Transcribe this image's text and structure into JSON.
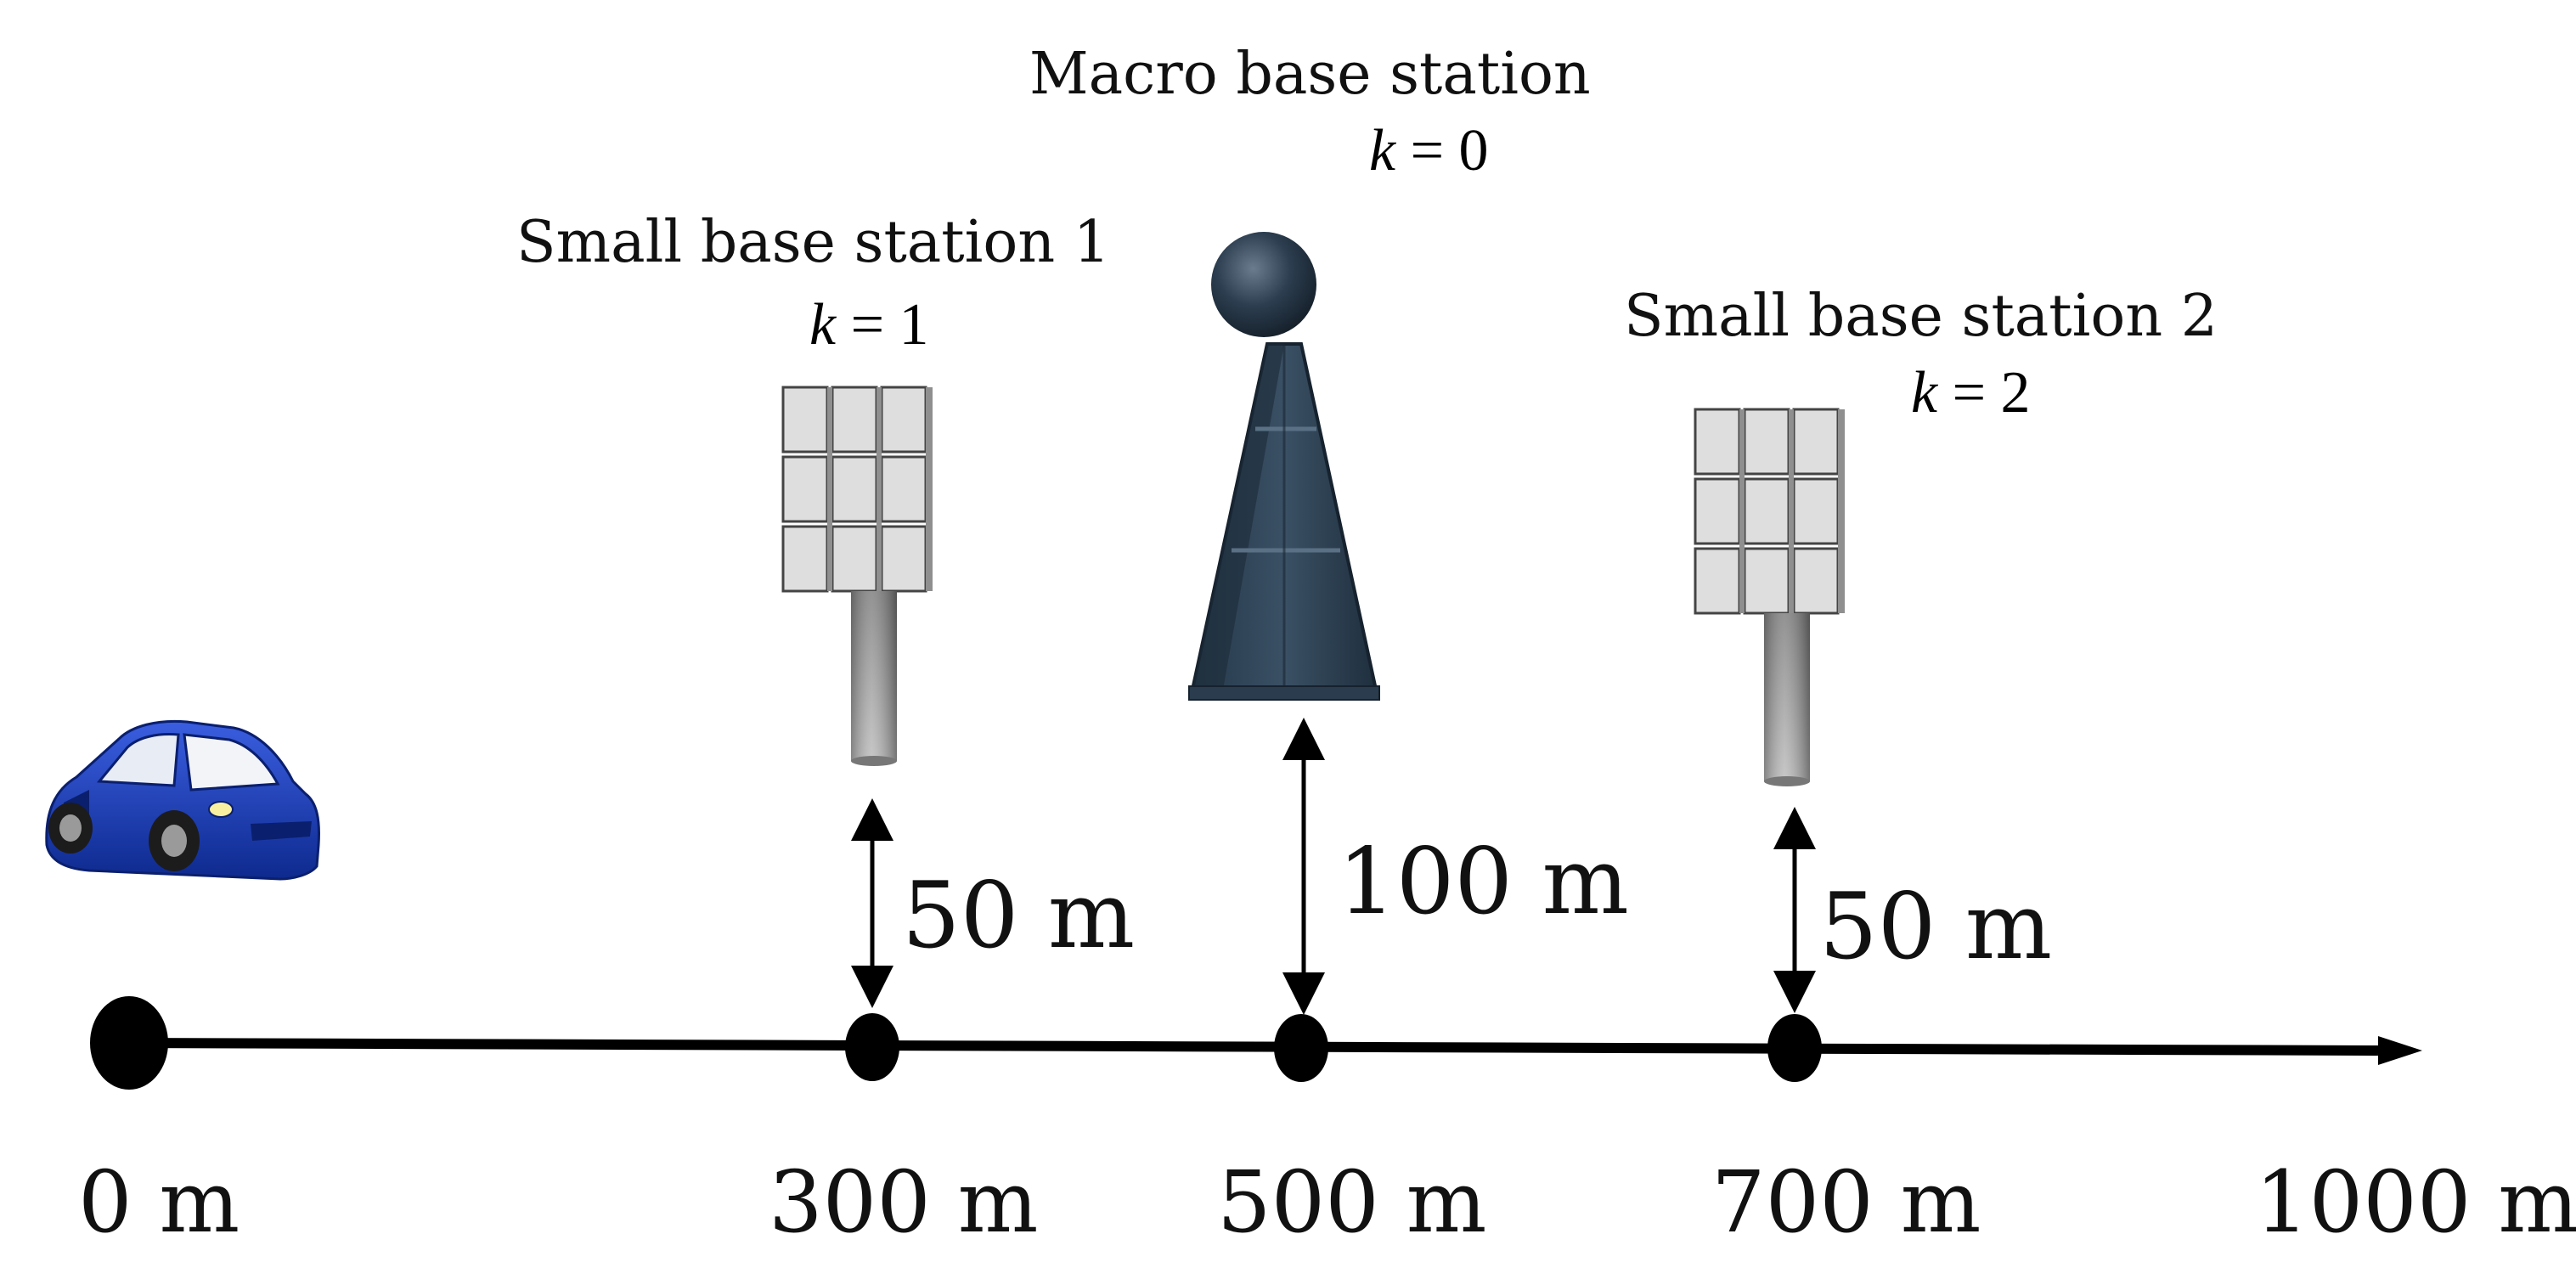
{
  "axis": {
    "ticks": [
      {
        "label": "0 m",
        "position_m": 0
      },
      {
        "label": "300 m",
        "position_m": 300
      },
      {
        "label": "500 m",
        "position_m": 500
      },
      {
        "label": "700 m",
        "position_m": 700
      },
      {
        "label": "1000 m",
        "position_m": 1000
      }
    ]
  },
  "stations": {
    "macro": {
      "title": "Macro base station",
      "k_var": "k",
      "k_eq": " = 0",
      "distance": "100 m",
      "position_m": 500
    },
    "small1": {
      "title": "Small base station 1",
      "k_var": "k",
      "k_eq": " = 1",
      "distance": "50 m",
      "position_m": 300
    },
    "small2": {
      "title": "Small base station 2",
      "k_var": "k",
      "k_eq": " = 2",
      "distance": "50 m",
      "position_m": 700
    }
  },
  "vehicle": {
    "icon": "car-icon",
    "color": "#1a3fb8"
  },
  "colors": {
    "macro_tower": "#2e4152",
    "panel": "#dedede",
    "pole": "#8a8a8a",
    "axis": "#000000"
  }
}
